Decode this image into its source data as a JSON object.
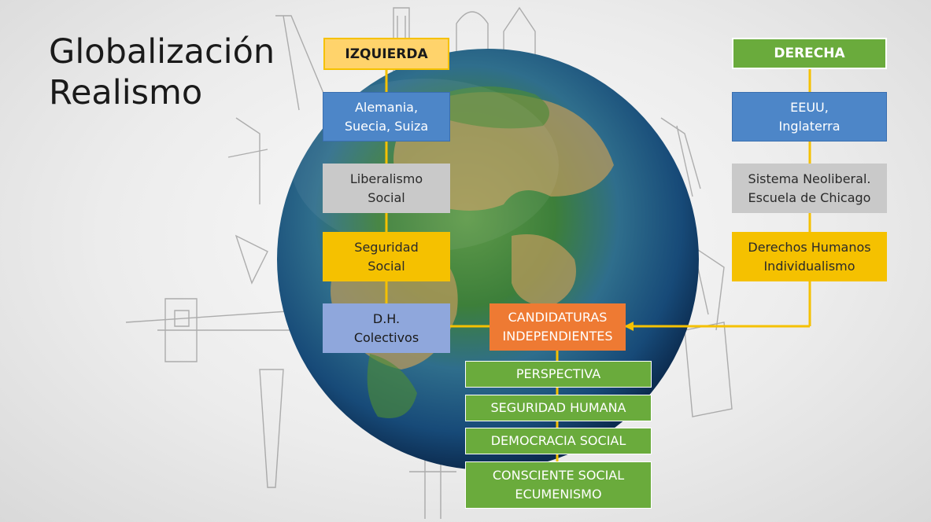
{
  "title": {
    "line1": "Globalización",
    "line2": "Realismo"
  },
  "left": {
    "header": "IZQUIERDA",
    "items": [
      {
        "l1": "Alemania,",
        "l2": "Suecia, Suiza"
      },
      {
        "l1": "Liberalismo",
        "l2": "Social"
      },
      {
        "l1": "Seguridad",
        "l2": "Social"
      },
      {
        "l1": "D.H.",
        "l2": "Colectivos"
      }
    ]
  },
  "right": {
    "header": "DERECHA",
    "items": [
      {
        "l1": "EEUU,",
        "l2": "Inglaterra"
      },
      {
        "l1": "Sistema Neoliberal.",
        "l2": "Escuela de Chicago"
      },
      {
        "l1": "Derechos Humanos",
        "l2": "Individualismo"
      }
    ]
  },
  "center": {
    "candidaturas": {
      "l1": "CANDIDATURAS",
      "l2": "INDEPENDIENTES"
    },
    "stack": [
      {
        "l1": "PERSPECTIVA"
      },
      {
        "l1": "SEGURIDAD HUMANA"
      },
      {
        "l1": "DEMOCRACIA SOCIAL"
      },
      {
        "l1": "CONSCIENTE SOCIAL",
        "l2": "ECUMENISMO"
      }
    ]
  },
  "colors": {
    "gold": "#f5c100",
    "blue": "#4d86c8",
    "grey": "#c9c9c9",
    "green": "#6aab3c",
    "lavender": "#8fa7dc",
    "orange": "#ee7a33"
  }
}
